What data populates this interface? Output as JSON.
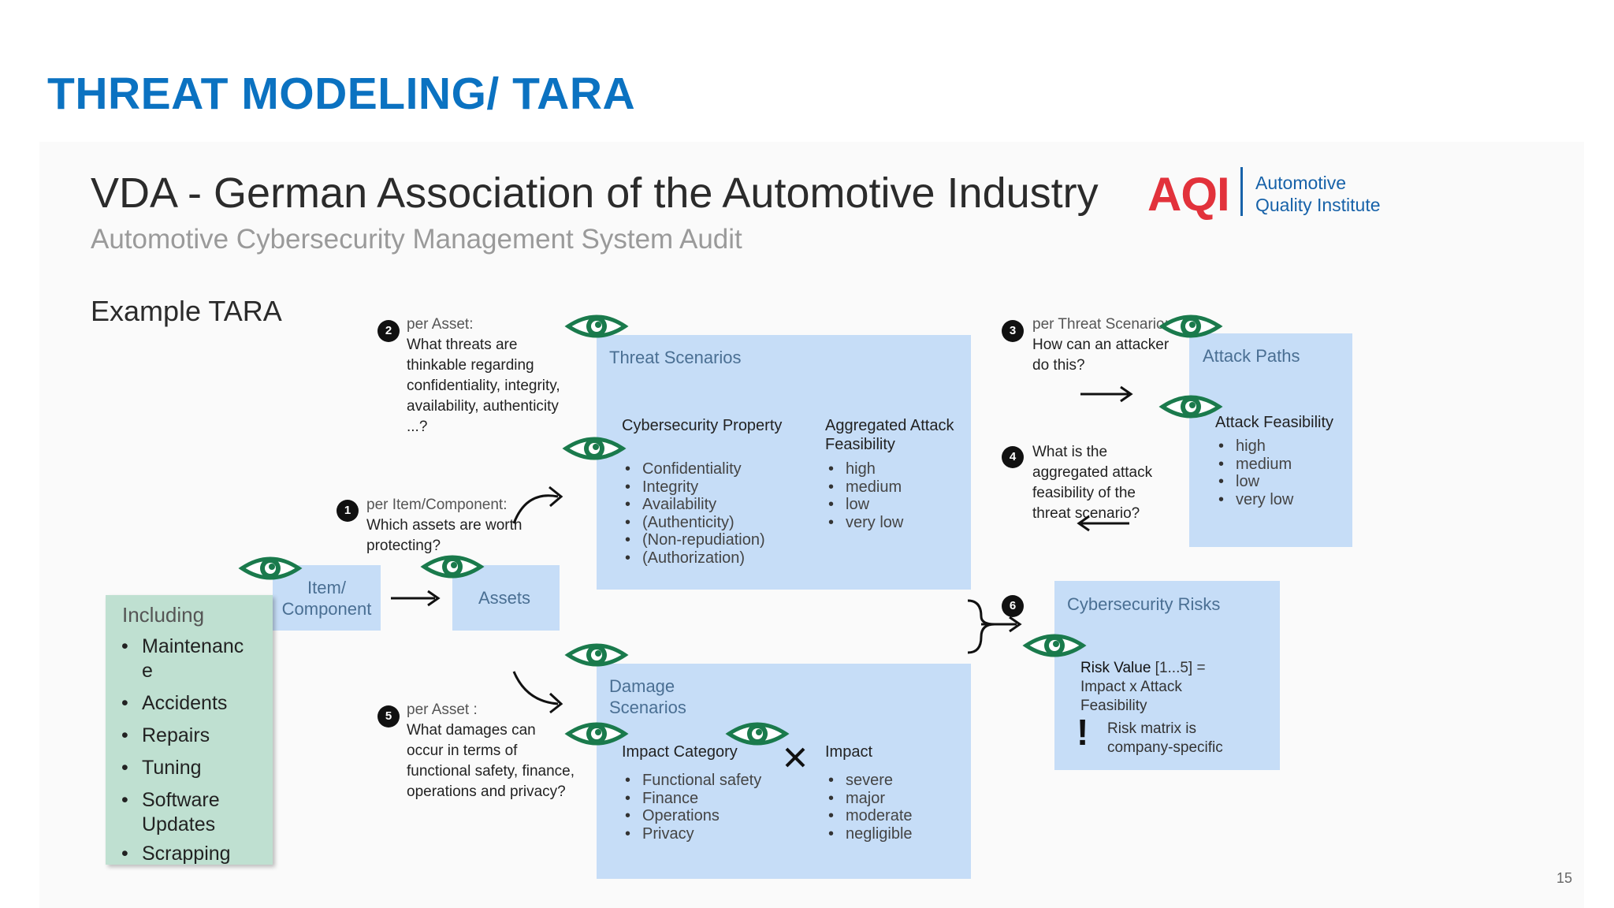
{
  "slide": {
    "title": "THREAT MODELING/ TARA",
    "page_number": "15"
  },
  "header": {
    "title": "VDA - German Association of the Automotive Industry",
    "subtitle": "Automotive Cybersecurity Management System Audit",
    "logo_mark": "AQI",
    "logo_name_line1": "Automotive",
    "logo_name_line2": "Quality Institute"
  },
  "example_label": "Example TARA",
  "including": {
    "title": "Including",
    "items": [
      "Maintenance",
      "Accidents",
      "Repairs",
      "Tuning",
      "Software Updates",
      "Scrapping"
    ]
  },
  "item_component": {
    "label_line1": "Item/",
    "label_line2": "Component"
  },
  "assets": {
    "label": "Assets"
  },
  "steps": {
    "s1": {
      "number": "1",
      "lead": "per Item/Component:",
      "text": "Which assets are worth protecting?"
    },
    "s2": {
      "number": "2",
      "lead": "per Asset:",
      "text": "What threats are thinkable regarding confidentiality, integrity, availability, authenticity ...?"
    },
    "s3": {
      "number": "3",
      "lead": "per Threat Scenario:",
      "text": "How can an attacker do this?"
    },
    "s4": {
      "number": "4",
      "text": "What is the aggregated attack feasibility of the threat scenario?"
    },
    "s5": {
      "number": "5",
      "lead": "per Asset :",
      "text": "What damages can occur in terms of functional safety, finance, operations and privacy?"
    },
    "s6": {
      "number": "6"
    }
  },
  "threat_scenarios": {
    "title": "Threat Scenarios",
    "col1_head": "Cybersecurity Property",
    "col1_items": [
      "Confidentiality",
      "Integrity",
      "Availability",
      "(Authenticity)",
      "(Non-repudiation)",
      "(Authorization)"
    ],
    "col2_head_line1": "Aggregated Attack",
    "col2_head_line2": "Feasibility",
    "col2_items": [
      "high",
      "medium",
      "low",
      "very low"
    ]
  },
  "attack_paths": {
    "title": "Attack Paths",
    "col_head": "Attack Feasibility",
    "items": [
      "high",
      "medium",
      "low",
      "very low"
    ]
  },
  "damage_scenarios": {
    "title_line1": "Damage",
    "title_line2": "Scenarios",
    "col1_head": "Impact Category",
    "col1_items": [
      "Functional safety",
      "Finance",
      "Operations",
      "Privacy"
    ],
    "col2_head": "Impact",
    "col2_items": [
      "severe",
      "major",
      "moderate",
      "negligible"
    ]
  },
  "cyber_risks": {
    "title": "Cybersecurity Risks",
    "risk_bold": "Risk Value",
    "risk_rest": " [1...5] =",
    "risk_line2": "Impact x Attack",
    "risk_line3": "Feasibility",
    "note_mark": "!",
    "note_line1": "Risk matrix is",
    "note_line2": "company-specific"
  },
  "colors": {
    "title_blue": "#0b72c1",
    "box_blue": "#c6ddf7",
    "including_green": "#bfe0d1",
    "eye_green": "#1a7a4c",
    "aqi_red": "#e2323b"
  }
}
